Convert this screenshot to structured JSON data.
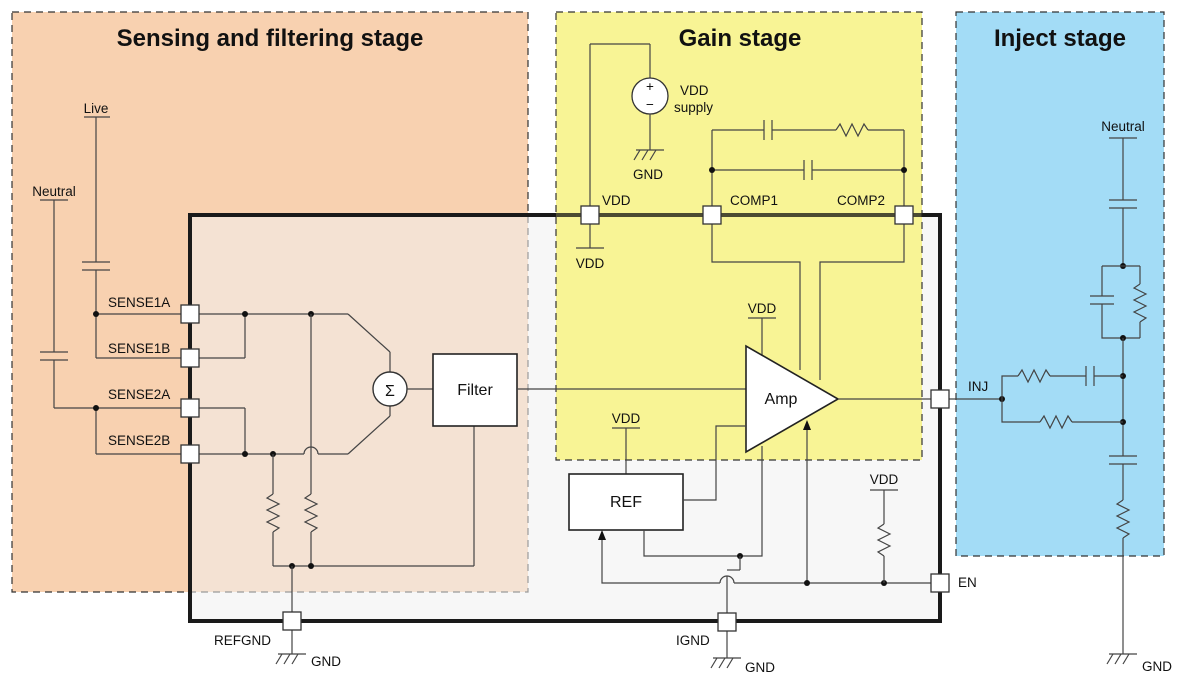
{
  "stages": {
    "sensing": {
      "title": "Sensing and filtering stage",
      "fill": "#f8d1b0"
    },
    "gain": {
      "title": "Gain stage",
      "fill": "#f7f38a"
    },
    "inject": {
      "title": "Inject stage",
      "fill": "#a3dcf6"
    }
  },
  "chip": {
    "fill": "#f0f0f0",
    "border": "#1a1a1a"
  },
  "blocks": {
    "sum": "Σ",
    "filter": "Filter",
    "amp": "Amp",
    "ref": "REF"
  },
  "pins": {
    "sense1a": "SENSE1A",
    "sense1b": "SENSE1B",
    "sense2a": "SENSE2A",
    "sense2b": "SENSE2B",
    "vdd": "VDD",
    "comp1": "COMP1",
    "comp2": "COMP2",
    "inj": "INJ",
    "en": "EN",
    "refgnd": "REFGND",
    "ignd": "IGND"
  },
  "labels": {
    "live": "Live",
    "neutral_left": "Neutral",
    "neutral_right": "Neutral",
    "vdd_supply_line1": "VDD",
    "vdd_supply_line2": "supply",
    "gnd_supply": "GND",
    "vdd_ext": "VDD",
    "vdd_amp": "VDD",
    "vdd_ref": "VDD",
    "vdd_en": "VDD",
    "gnd_refgnd": "GND",
    "gnd_ignd": "GND",
    "gnd_inject": "GND"
  }
}
